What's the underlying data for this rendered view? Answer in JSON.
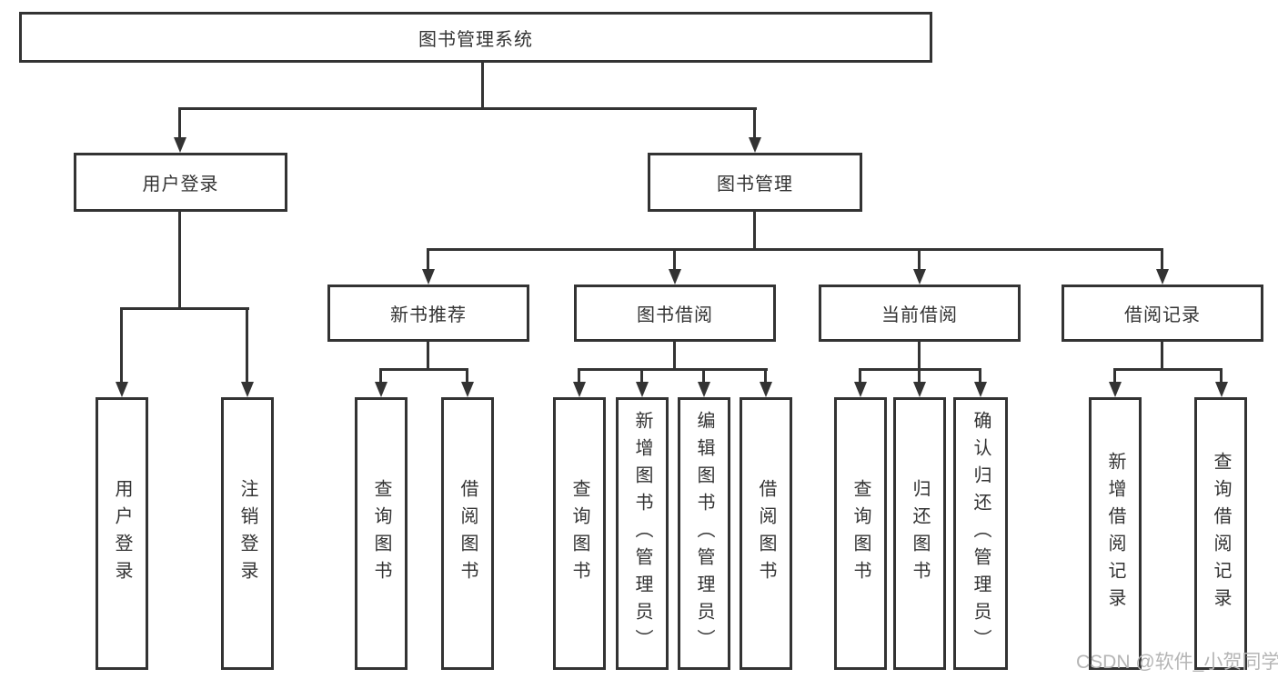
{
  "diagram_title": "图书管理系统",
  "tree": {
    "root": {
      "label": "图书管理系统"
    },
    "level2": [
      {
        "label": "用户登录"
      },
      {
        "label": "图书管理"
      }
    ],
    "level3": [
      {
        "label": "新书推荐",
        "parent": "图书管理"
      },
      {
        "label": "图书借阅",
        "parent": "图书管理"
      },
      {
        "label": "当前借阅",
        "parent": "图书管理"
      },
      {
        "label": "借阅记录",
        "parent": "图书管理"
      }
    ],
    "leaves": [
      {
        "label": "用户登录",
        "parent": "用户登录"
      },
      {
        "label": "注销登录",
        "parent": "用户登录"
      },
      {
        "label": "查询图书",
        "parent": "新书推荐"
      },
      {
        "label": "借阅图书",
        "parent": "新书推荐"
      },
      {
        "label": "查询图书",
        "parent": "图书借阅"
      },
      {
        "label": "新增图书（管理员）",
        "parent": "图书借阅"
      },
      {
        "label": "编辑图书（管理员）",
        "parent": "图书借阅"
      },
      {
        "label": "借阅图书",
        "parent": "图书借阅"
      },
      {
        "label": "查询图书",
        "parent": "当前借阅"
      },
      {
        "label": "归还图书",
        "parent": "当前借阅"
      },
      {
        "label": "确认归还（管理员）",
        "parent": "当前借阅"
      },
      {
        "label": "新增借阅记录",
        "parent": "借阅记录"
      },
      {
        "label": "查询借阅记录",
        "parent": "借阅记录"
      }
    ]
  },
  "watermark": {
    "text": "CSDN @软件_小贺同学",
    "color": "#b5b5b5"
  },
  "colors": {
    "line": "#333333",
    "box_border": "#333333",
    "text": "#333333",
    "background": "#ffffff"
  }
}
